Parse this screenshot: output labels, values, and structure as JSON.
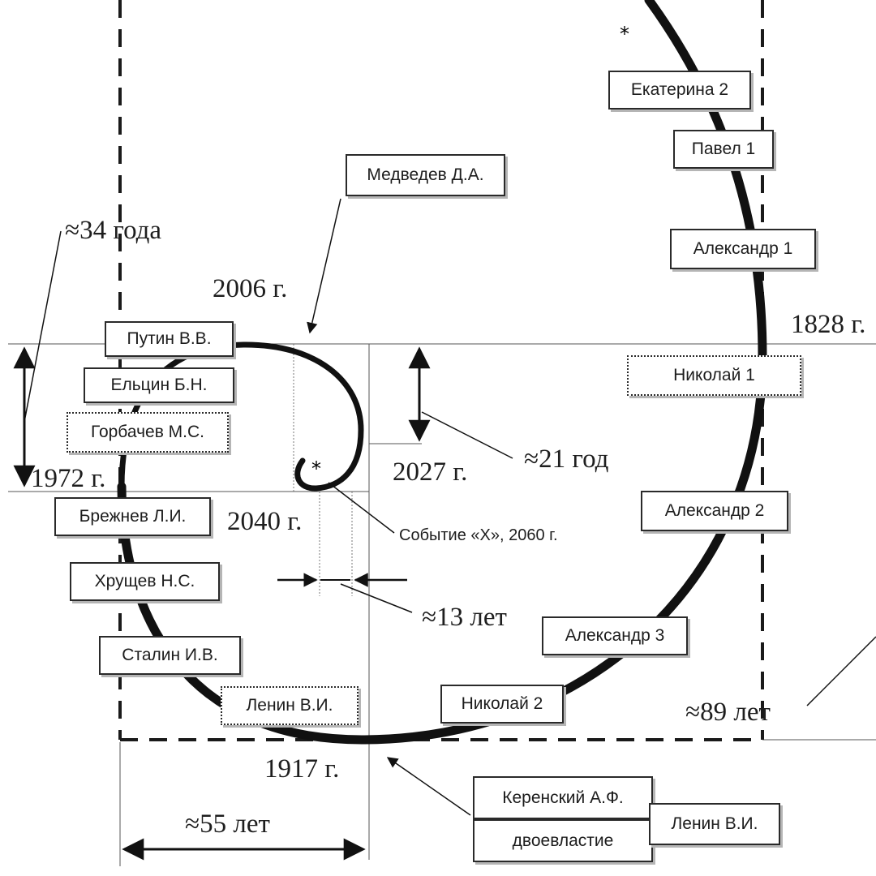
{
  "rulers": {
    "ruler_1828": "1828 г.",
    "ruler_2006": "2006 г.",
    "ruler_1972": "1972 г.",
    "ruler_2027": "2027 г.",
    "ruler_2040": "2040 г.",
    "ruler_1917": "1917 г."
  },
  "intervals": {
    "span_34": "≈34 года",
    "span_21": "≈21 год",
    "span_13": "≈13 лет",
    "span_55": "≈55 лет",
    "span_89": "≈89 лет"
  },
  "event_x": "Событие «Х», 2060 г.",
  "rulers_list": {
    "ekaterina": "Екатерина 2",
    "pavel": "Павел 1",
    "alexander1": "Александр 1",
    "nikolai1": "Николай 1",
    "alexander2": "Александр 2",
    "alexander3": "Александр 3",
    "nikolai2": "Николай 2",
    "lenin": "Ленин В.И.",
    "stalin": "Сталин И.В.",
    "khrushchev": "Хрущев Н.С.",
    "brezhnev": "Брежнев Л.И.",
    "gorbachev": "Горбачев М.С.",
    "yeltsin": "Ельцин Б.Н.",
    "putin": "Путин В.В.",
    "medvedev": "Медведев Д.А."
  },
  "period_1917": {
    "kerensky": "Керенский А.Ф.",
    "dual_power": "двоевластие",
    "lenin": "Ленин В.И."
  },
  "markers": {
    "star": "*"
  }
}
